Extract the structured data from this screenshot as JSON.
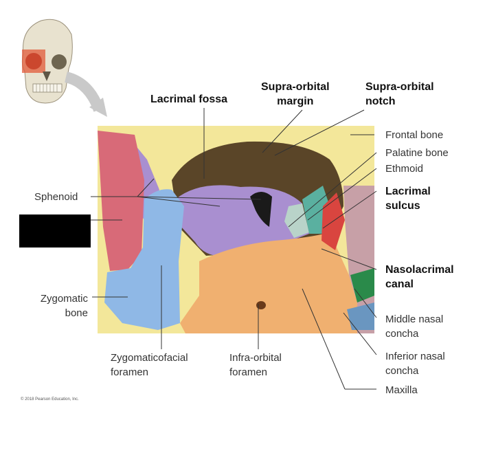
{
  "labels": {
    "lacrimal_fossa": "Lacrimal fossa",
    "supra_orbital_margin": [
      "Supra-orbital",
      "margin"
    ],
    "supra_orbital_notch": [
      "Supra-orbital",
      "notch"
    ],
    "frontal_bone": "Frontal bone",
    "palatine_bone": "Palatine bone",
    "ethmoid": "Ethmoid",
    "lacrimal_sulcus": [
      "Lacrimal",
      "sulcus"
    ],
    "sphenoid": "Sphenoid",
    "nasolacrimal_canal": [
      "Nasolacrimal",
      "canal"
    ],
    "zygomatic_bone": [
      "Zygomatic",
      "bone"
    ],
    "middle_nasal_concha": [
      "Middle nasal",
      "concha"
    ],
    "inferior_nasal_concha": [
      "Inferior nasal",
      "concha"
    ],
    "zygomaticofacial_foramen": [
      "Zygomaticofacial",
      "foramen"
    ],
    "infra_orbital_foramen": [
      "Infra-orbital",
      "foramen"
    ],
    "maxilla": "Maxilla"
  },
  "copyright": "© 2018 Pearson Education, Inc.",
  "colors": {
    "frontal": "#f3e79a",
    "sphenoid": "#a98fd0",
    "zygomatic": "#8fb8e6",
    "maxilla": "#f0b070",
    "palatine": "#b9d3c9",
    "ethmoid": "#5ab0a0",
    "lacrimal": "#d9453f",
    "nasal_concha": "#2a8a4a",
    "leader_line": "#333333"
  }
}
